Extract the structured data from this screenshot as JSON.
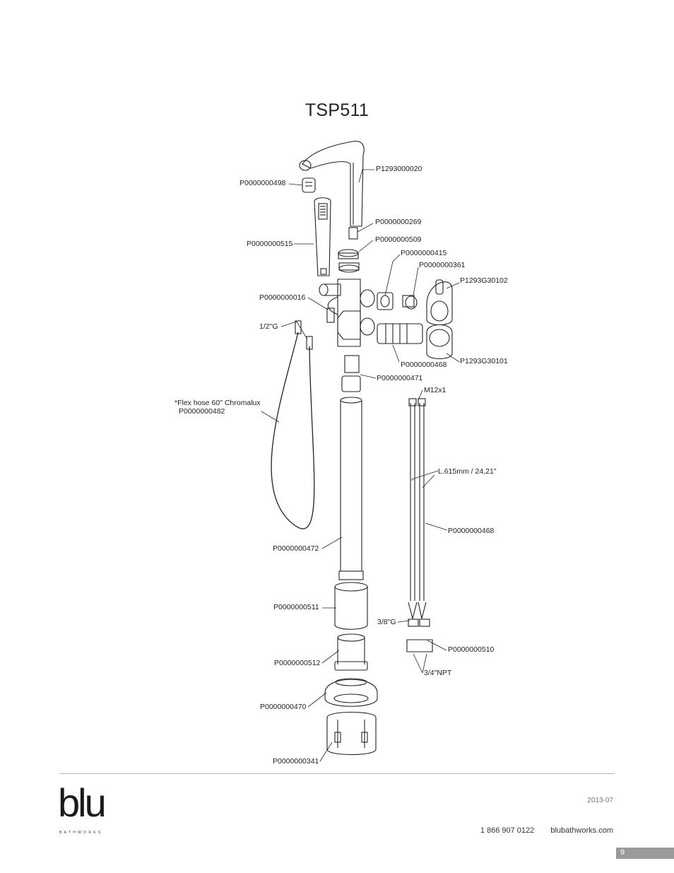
{
  "title": "TSP511",
  "labels": {
    "p1293000020": "P1293000020",
    "p0000000498": "P0000000498",
    "p0000000269": "P0000000269",
    "p0000000509": "P0000000509",
    "p0000000515": "P0000000515",
    "p0000000415": "P0000000415",
    "p0000000361": "P0000000361",
    "p1293g30102": "P1293G30102",
    "p0000000016": "P0000000016",
    "half_g": "1/2\"G",
    "p0000000468a": "P0000000468",
    "p1293g30101": "P1293G30101",
    "p0000000471": "P0000000471",
    "m12x1": "M12x1",
    "flex_hose_line1": "*Flex hose 60\" Chromalux",
    "flex_hose_line2": "P0000000482",
    "length": "L.615mm / 24,21\"",
    "p0000000468b": "P0000000468",
    "p0000000472": "P0000000472",
    "p0000000511": "P0000000511",
    "three_eighths_g": "3/8\"G",
    "p0000000510": "P0000000510",
    "p0000000512": "P0000000512",
    "three_quarter_npt": "3/4\"NPT",
    "p0000000470": "P0000000470",
    "p0000000341": "P0000000341"
  },
  "footer": {
    "logo": "blu",
    "logo_sub": "BATHWORKS",
    "date": "2013-07",
    "phone": "1 866 907 0122",
    "website": "blubathworks.com",
    "page_number": "9"
  },
  "colors": {
    "line": "#222222",
    "page_bar": "#9a9a9a",
    "rule": "#b5b5b5"
  }
}
